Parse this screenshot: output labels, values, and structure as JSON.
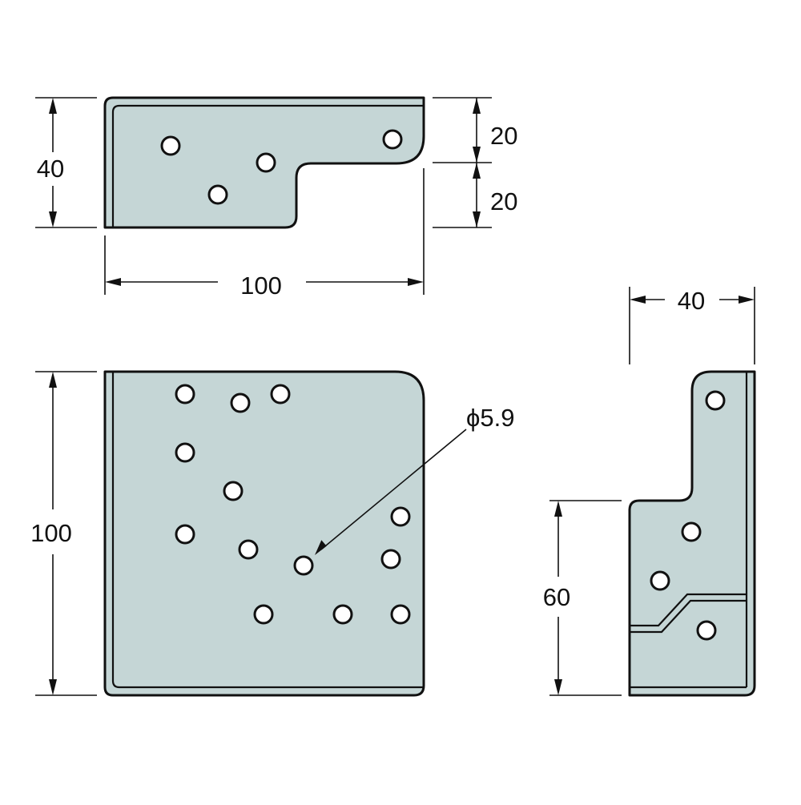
{
  "colors": {
    "plate_fill": "#c5d6d6",
    "line": "#111111",
    "hole": "#ffffff",
    "background": "#ffffff"
  },
  "dimensions": {
    "top_view_height": "40",
    "top_view_upper_step": "20",
    "top_view_lower_step": "20",
    "top_view_width": "100",
    "front_view_height": "100",
    "side_view_width": "40",
    "side_view_lower_height": "60",
    "hole_diameter": "ϕ5.9"
  }
}
